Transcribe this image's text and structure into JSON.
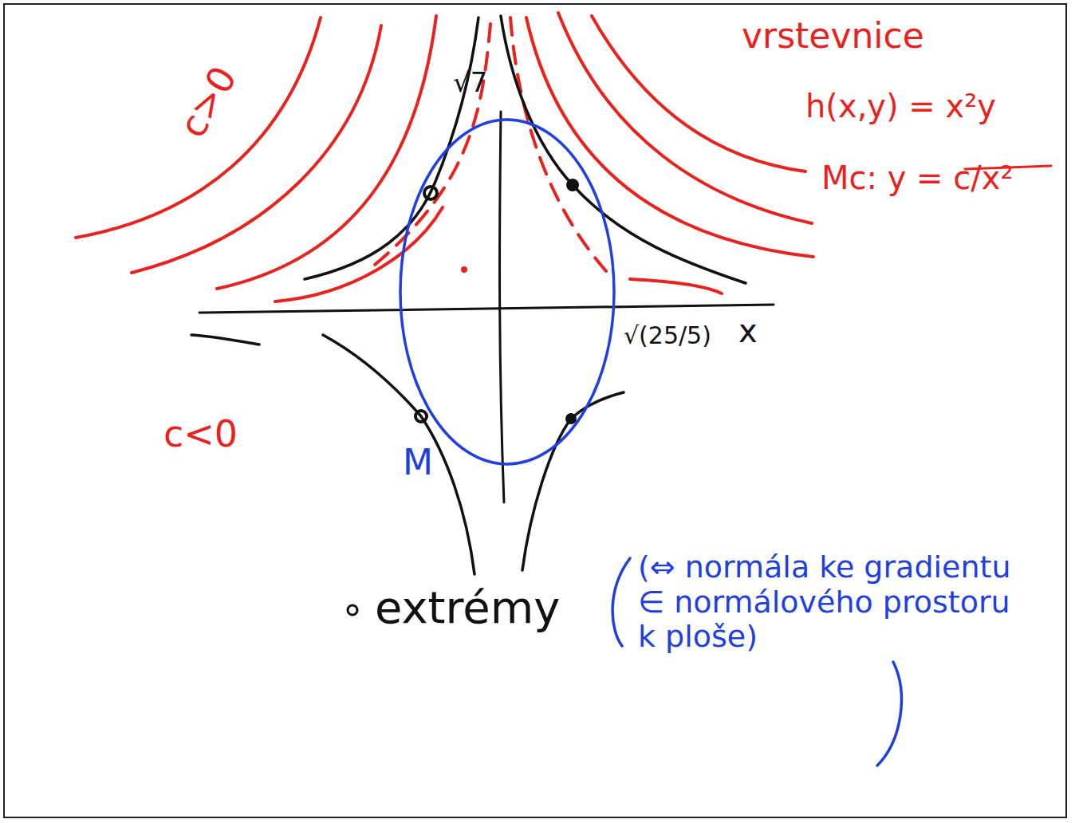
{
  "diagram": {
    "labels": [
      "vrstevnice",
      "h(x,y) = x²y",
      "Mc: y = c/x²",
      "c>0",
      "√7",
      "x",
      "√(25/5)",
      "c<0",
      "M",
      "extrémy",
      "(⇔ normála ke gradientu ∈ normálového prostoru k ploše)"
    ]
  }
}
